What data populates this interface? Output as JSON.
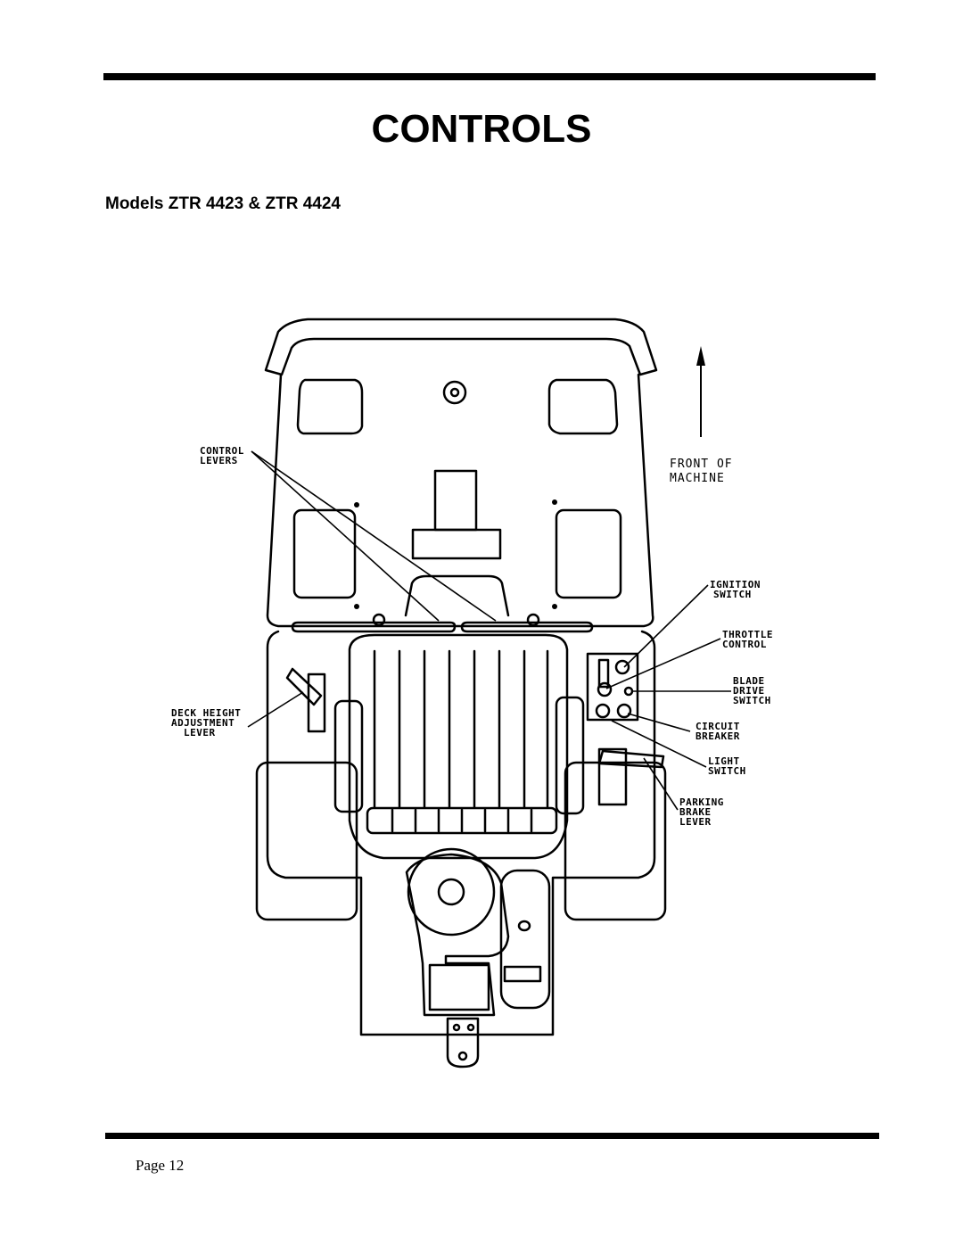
{
  "page": {
    "title": "CONTROLS",
    "subtitle": "Models ZTR 4423 & ZTR 4424",
    "page_label": "Page 12"
  },
  "diagram": {
    "labels": {
      "front_line1": "FRONT OF",
      "front_line2": "MACHINE",
      "control_levers_line1": "CONTROL",
      "control_levers_line2": "LEVERS",
      "ignition_line1": "IGNITION",
      "ignition_line2": "SWITCH",
      "throttle_line1": "THROTTLE",
      "throttle_line2": "CONTROL",
      "blade_line1": "BLADE",
      "blade_line2": "DRIVE",
      "blade_line3": "SWITCH",
      "circuit_line1": "CIRCUIT",
      "circuit_line2": "BREAKER",
      "light_line1": "LIGHT",
      "light_line2": "SWITCH",
      "parking_line1": "PARKING",
      "parking_line2": "BRAKE",
      "parking_line3": "LEVER",
      "deck_line1": "DECK HEIGHT",
      "deck_line2": "ADJUSTMENT",
      "deck_line3": "LEVER"
    }
  }
}
